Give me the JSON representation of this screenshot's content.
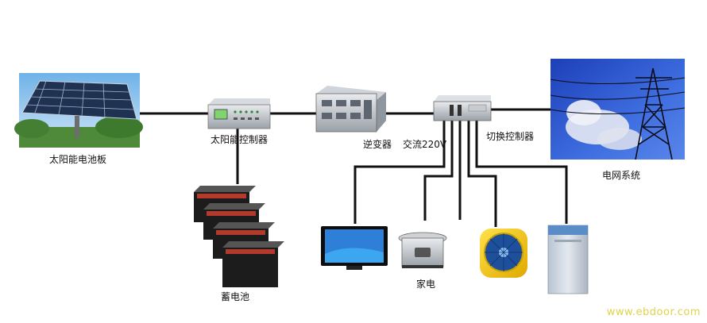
{
  "diagram": {
    "labels": {
      "solar_panel": "太阳能电池板",
      "solar_controller": "太阳能控制器",
      "inverter": "逆变器",
      "ac_output": "交流220V",
      "switch_controller": "切换控制器",
      "grid": "电网系统",
      "battery": "蓄电池",
      "appliances": "家电"
    },
    "watermark": "www.ebdoor.com"
  }
}
